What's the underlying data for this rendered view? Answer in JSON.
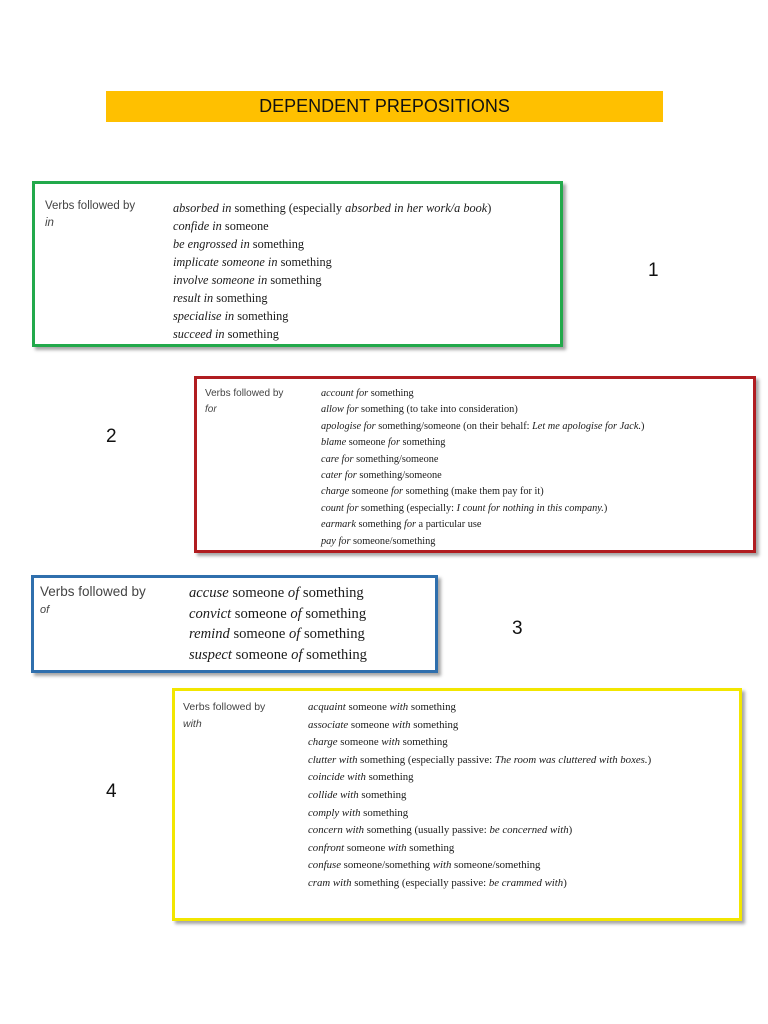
{
  "title": "DEPENDENT PREPOSITIONS",
  "boxes": [
    {
      "number": "1",
      "border_color": "#22a94b",
      "label_main": "Verbs followed by",
      "label_prep": "in",
      "entries": [
        [
          {
            "t": "absorbed in",
            "i": true
          },
          {
            "t": " something (especially ",
            "i": false
          },
          {
            "t": "absorbed in her work/a book",
            "i": true
          },
          {
            "t": ")",
            "i": false
          }
        ],
        [
          {
            "t": "confide in",
            "i": true
          },
          {
            "t": " someone",
            "i": false
          }
        ],
        [
          {
            "t": "be engrossed in",
            "i": true
          },
          {
            "t": " something",
            "i": false
          }
        ],
        [
          {
            "t": "implicate someone in",
            "i": true
          },
          {
            "t": " something",
            "i": false
          }
        ],
        [
          {
            "t": "involve someone in",
            "i": true
          },
          {
            "t": " something",
            "i": false
          }
        ],
        [
          {
            "t": "result in",
            "i": true
          },
          {
            "t": " something",
            "i": false
          }
        ],
        [
          {
            "t": "specialise in",
            "i": true
          },
          {
            "t": " something",
            "i": false
          }
        ],
        [
          {
            "t": "succeed in",
            "i": true
          },
          {
            "t": " something",
            "i": false
          }
        ]
      ]
    },
    {
      "number": "2",
      "border_color": "#b01c20",
      "label_main": "Verbs followed by",
      "label_prep": "for",
      "entries": [
        [
          {
            "t": "account for",
            "i": true
          },
          {
            "t": " something",
            "i": false
          }
        ],
        [
          {
            "t": "allow for",
            "i": true
          },
          {
            "t": " something (to take into consideration)",
            "i": false
          }
        ],
        [
          {
            "t": "apologise for",
            "i": true
          },
          {
            "t": " something/someone (on their behalf: ",
            "i": false
          },
          {
            "t": "Let me apologise for Jack.",
            "i": true
          },
          {
            "t": ")",
            "i": false
          }
        ],
        [
          {
            "t": "blame",
            "i": true
          },
          {
            "t": " someone ",
            "i": false
          },
          {
            "t": "for",
            "i": true
          },
          {
            "t": " something",
            "i": false
          }
        ],
        [
          {
            "t": "care for",
            "i": true
          },
          {
            "t": " something/someone",
            "i": false
          }
        ],
        [
          {
            "t": "cater for",
            "i": true
          },
          {
            "t": " something/someone",
            "i": false
          }
        ],
        [
          {
            "t": "charge",
            "i": true
          },
          {
            "t": " someone ",
            "i": false
          },
          {
            "t": "for",
            "i": true
          },
          {
            "t": " something (make them pay for it)",
            "i": false
          }
        ],
        [
          {
            "t": "count for",
            "i": true
          },
          {
            "t": " something (especially: ",
            "i": false
          },
          {
            "t": "I count for nothing in this company.",
            "i": true
          },
          {
            "t": ")",
            "i": false
          }
        ],
        [
          {
            "t": "earmark",
            "i": true
          },
          {
            "t": " something ",
            "i": false
          },
          {
            "t": "for",
            "i": true
          },
          {
            "t": " a particular use",
            "i": false
          }
        ],
        [
          {
            "t": "pay for",
            "i": true
          },
          {
            "t": " someone/something",
            "i": false
          }
        ]
      ]
    },
    {
      "number": "3",
      "border_color": "#2f6fad",
      "label_main": "Verbs followed by",
      "label_prep": "of",
      "entries": [
        [
          {
            "t": "accuse",
            "i": true
          },
          {
            "t": " someone ",
            "i": false
          },
          {
            "t": "of",
            "i": true
          },
          {
            "t": " something",
            "i": false
          }
        ],
        [
          {
            "t": "convict",
            "i": true
          },
          {
            "t": " someone ",
            "i": false
          },
          {
            "t": "of",
            "i": true
          },
          {
            "t": " something",
            "i": false
          }
        ],
        [
          {
            "t": "remind",
            "i": true
          },
          {
            "t": " someone ",
            "i": false
          },
          {
            "t": "of",
            "i": true
          },
          {
            "t": " something",
            "i": false
          }
        ],
        [
          {
            "t": "suspect",
            "i": true
          },
          {
            "t": " someone ",
            "i": false
          },
          {
            "t": "of",
            "i": true
          },
          {
            "t": " something",
            "i": false
          }
        ]
      ]
    },
    {
      "number": "4",
      "border_color": "#f2e600",
      "label_main": "Verbs followed by",
      "label_prep": "with",
      "entries": [
        [
          {
            "t": "acquaint",
            "i": true
          },
          {
            "t": " someone ",
            "i": false
          },
          {
            "t": "with",
            "i": true
          },
          {
            "t": " something",
            "i": false
          }
        ],
        [
          {
            "t": "associate",
            "i": true
          },
          {
            "t": " someone ",
            "i": false
          },
          {
            "t": "with",
            "i": true
          },
          {
            "t": " something",
            "i": false
          }
        ],
        [
          {
            "t": "charge",
            "i": true
          },
          {
            "t": " someone ",
            "i": false
          },
          {
            "t": "with",
            "i": true
          },
          {
            "t": " something",
            "i": false
          }
        ],
        [
          {
            "t": "clutter with",
            "i": true
          },
          {
            "t": " something (especially passive: ",
            "i": false
          },
          {
            "t": "The room was cluttered with boxes.",
            "i": true
          },
          {
            "t": ")",
            "i": false
          }
        ],
        [
          {
            "t": "coincide with",
            "i": true
          },
          {
            "t": " something",
            "i": false
          }
        ],
        [
          {
            "t": "collide with",
            "i": true
          },
          {
            "t": " something",
            "i": false
          }
        ],
        [
          {
            "t": "comply with",
            "i": true
          },
          {
            "t": " something",
            "i": false
          }
        ],
        [
          {
            "t": "concern with",
            "i": true
          },
          {
            "t": " something (usually passive: ",
            "i": false
          },
          {
            "t": "be concerned with",
            "i": true
          },
          {
            "t": ")",
            "i": false
          }
        ],
        [
          {
            "t": "confront",
            "i": true
          },
          {
            "t": " someone ",
            "i": false
          },
          {
            "t": "with",
            "i": true
          },
          {
            "t": " something",
            "i": false
          }
        ],
        [
          {
            "t": "confuse",
            "i": true
          },
          {
            "t": " someone/something ",
            "i": false
          },
          {
            "t": "with",
            "i": true
          },
          {
            "t": " someone/something",
            "i": false
          }
        ],
        [
          {
            "t": "cram with",
            "i": true
          },
          {
            "t": " something (especially passive: ",
            "i": false
          },
          {
            "t": "be crammed with",
            "i": true
          },
          {
            "t": ")",
            "i": false
          }
        ]
      ]
    }
  ]
}
